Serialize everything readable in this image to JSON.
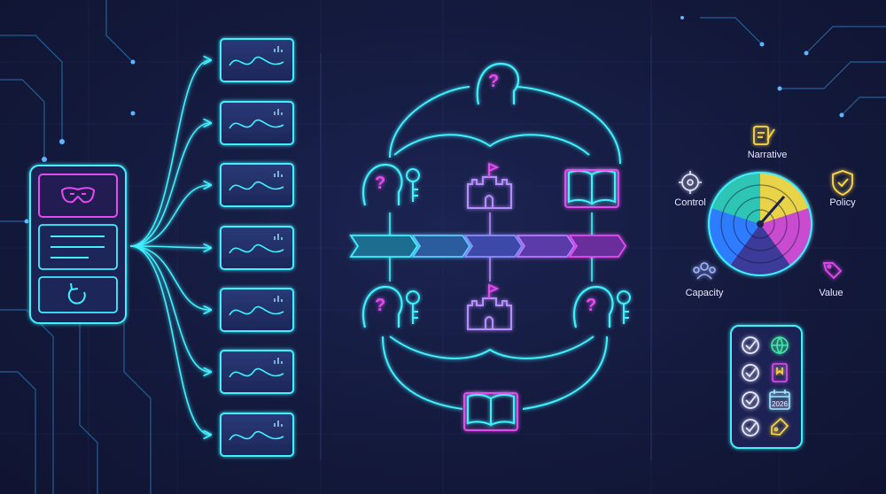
{
  "radar": {
    "labels": {
      "narrative": "Narrative",
      "control": "Control",
      "policy": "Policy",
      "capacity": "Capacity",
      "value": "Value"
    }
  },
  "checklist": {
    "items": [
      {
        "icon": "globe-icon"
      },
      {
        "icon": "book-bookmark-icon"
      },
      {
        "icon": "calendar-icon",
        "text": "2026"
      },
      {
        "icon": "tag-icon"
      }
    ]
  },
  "colors": {
    "cyan": "#3ff0ff",
    "magenta": "#e24bf0",
    "purple": "#a77bff",
    "yellow": "#ffd84a",
    "green": "#43e7a6",
    "blue": "#2f7bff"
  }
}
